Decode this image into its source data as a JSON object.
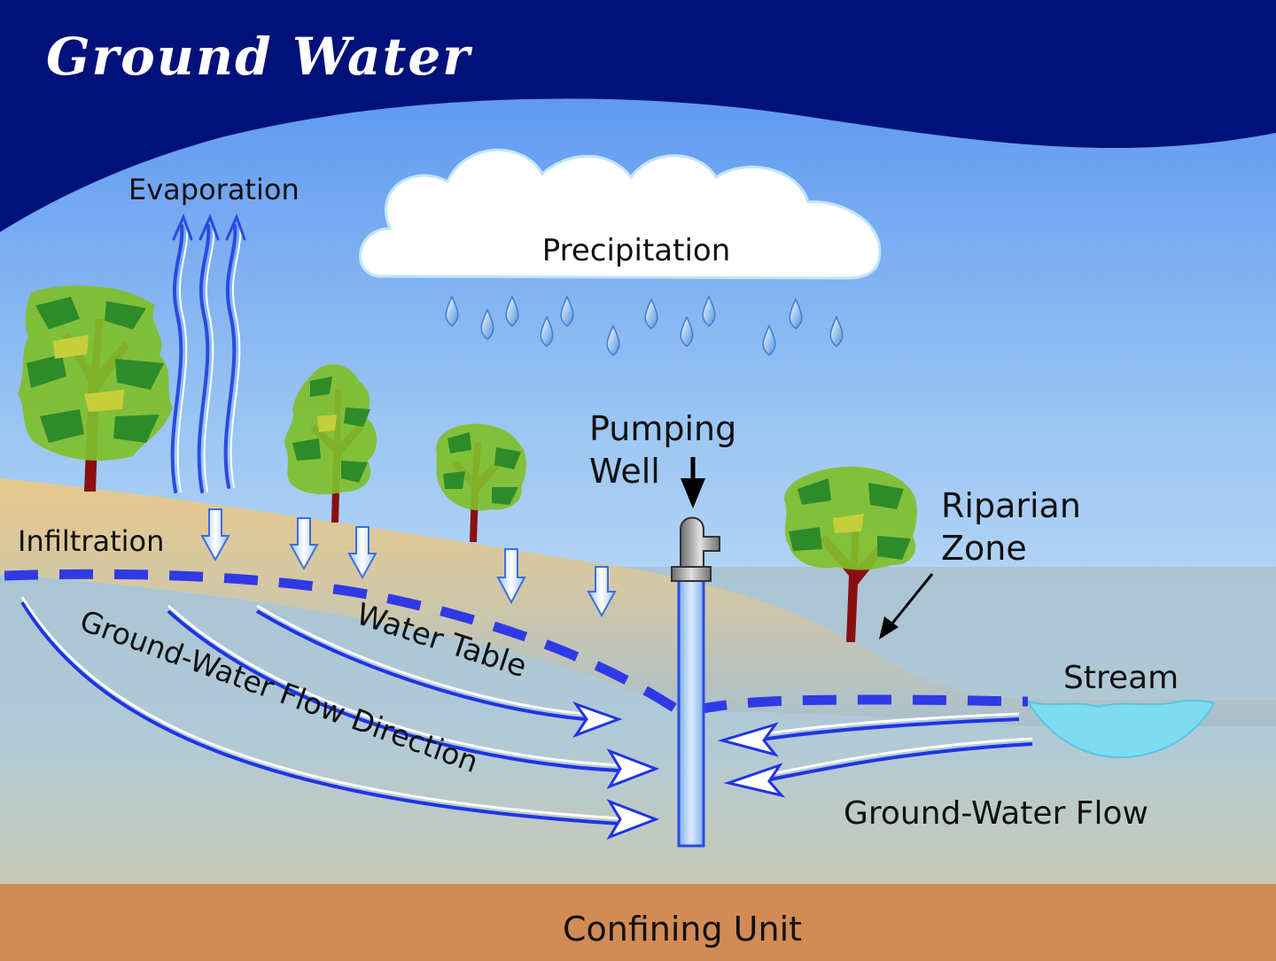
{
  "title": "Ground Water",
  "labels": {
    "evaporation": "Evaporation",
    "precipitation": "Precipitation",
    "infiltration": "Infiltration",
    "pumping_well_line1": "Pumping",
    "pumping_well_line2": "Well",
    "riparian_line1": "Riparian",
    "riparian_line2": "Zone",
    "stream": "Stream",
    "water_table": "Water Table",
    "gw_flow_direction": "Ground-Water Flow Direction",
    "gw_flow": "Ground-Water Flow",
    "confining_unit": "Confining Unit"
  },
  "colors": {
    "sky_dark": "#00127a",
    "sky_light": "#e8f6fb",
    "soil_top": "#e6c88c",
    "aquifer": "#aac3cc",
    "confining_unit": "#d28b55",
    "water_table": "#2f3ae6",
    "stream": "#7fdcf0"
  }
}
